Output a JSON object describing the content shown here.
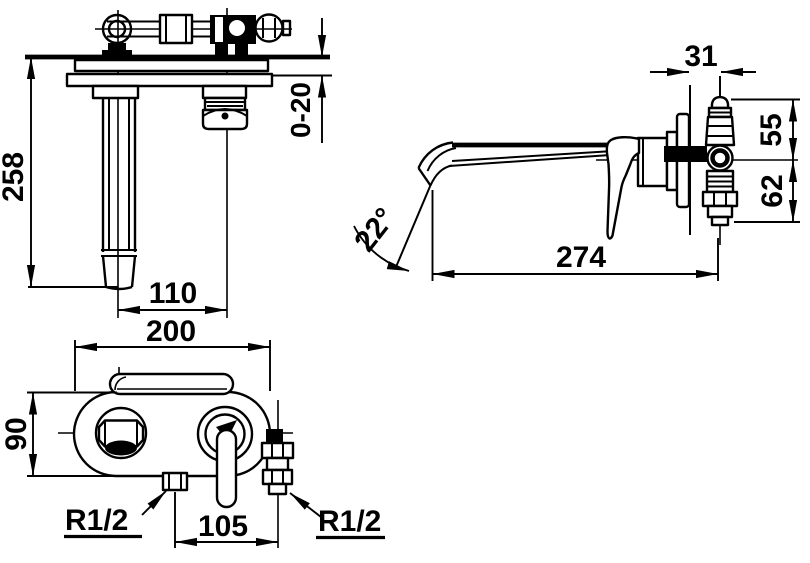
{
  "drawing": {
    "colors": {
      "line": "#000000",
      "background": "#ffffff"
    },
    "views": {
      "top": {
        "dim_height": "258",
        "dim_offset": "110",
        "dim_wall_range": "0-20"
      },
      "side": {
        "dim_plate_width": "31",
        "dim_above_center": "55",
        "dim_below_center": "62",
        "dim_reach": "274",
        "dim_angle": "22°"
      },
      "plan": {
        "dim_width": "200",
        "dim_depth": "90",
        "dim_spacing": "105",
        "label_thread_left": "R1/2",
        "label_thread_right": "R1/2"
      }
    }
  }
}
